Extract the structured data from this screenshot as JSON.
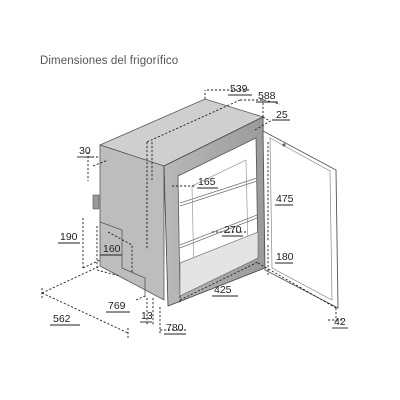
{
  "title": "Dimensiones del frigorífico",
  "dimensions": {
    "d539": "539",
    "d588": "588",
    "d25": "25",
    "d30": "30",
    "d165": "165",
    "d475": "475",
    "d190": "190",
    "d160": "160",
    "d270": "270",
    "d180": "180",
    "d562": "562",
    "d425": "425",
    "d769": "769",
    "d13": "13",
    "d780": "780",
    "d42": "42"
  }
}
